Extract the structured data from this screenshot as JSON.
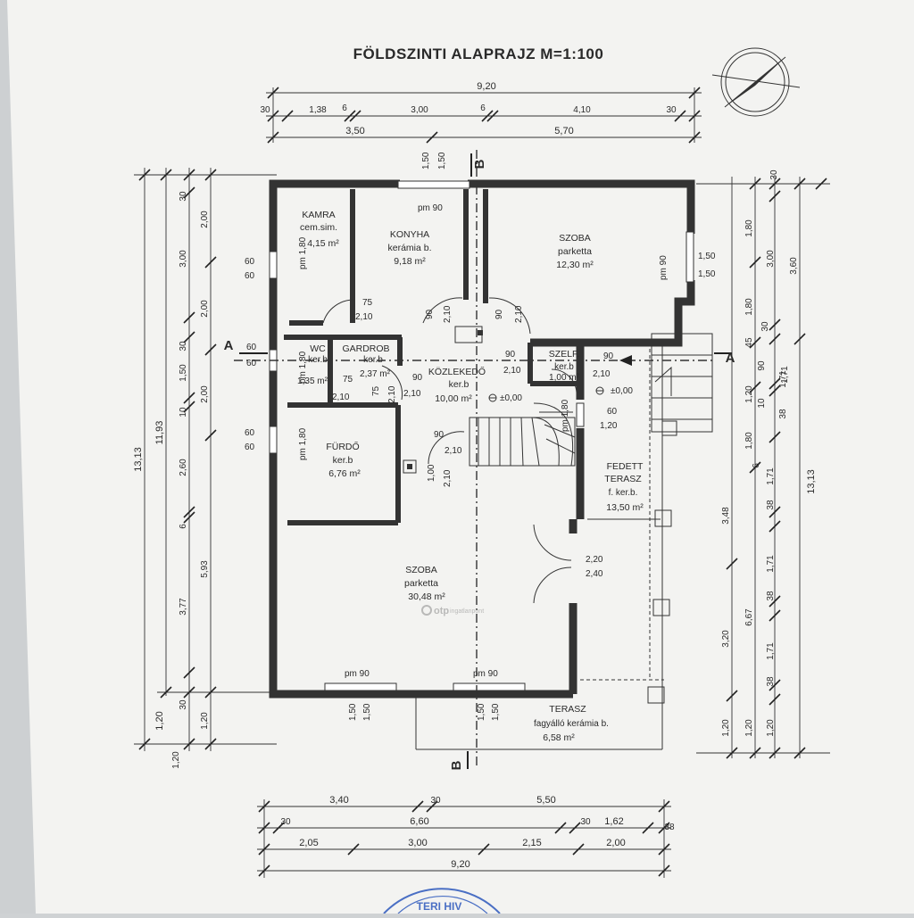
{
  "title": "FÖLDSZINTI ALAPRAJZ M=1:100",
  "section_labels": {
    "a_left": "A",
    "a_right": "A",
    "b_top": "B",
    "b_bottom": "B"
  },
  "rooms": {
    "kamra": {
      "name": "KAMRA",
      "floor": "cem.sim.",
      "area": "4,15 m²"
    },
    "konyha": {
      "name": "KONYHA",
      "floor": "kerámia b.",
      "area": "9,18 m²"
    },
    "szoba1": {
      "name": "SZOBA",
      "floor": "parketta",
      "area": "12,30 m²"
    },
    "wc": {
      "name": "WC",
      "floor": "ker.b",
      "area": "1,35 m²"
    },
    "gardrob": {
      "name": "GARDROB",
      "floor": "ker.b",
      "area": "2,37 m²"
    },
    "kozlekedo": {
      "name": "KÖZLEKEDŐ",
      "floor": "ker.b",
      "area": "10,00 m²"
    },
    "szelf": {
      "name": "SZELF.",
      "floor": "ker.b",
      "area": "1,00 m²"
    },
    "furdo": {
      "name": "FÜRDŐ",
      "floor": "ker.b",
      "area": "6,76 m²"
    },
    "terasz_fedett": {
      "name1": "FEDETT",
      "name2": "TERASZ",
      "floor": "f. ker.b.",
      "area": "13,50 m²"
    },
    "szoba2": {
      "name": "SZOBA",
      "floor": "parketta",
      "area": "30,48 m²"
    },
    "terasz": {
      "name": "TERASZ",
      "floor": "fagyálló kerámia b.",
      "area": "6,58 m²"
    }
  },
  "levels": {
    "l1": "±0,00",
    "l2": "±0,00"
  },
  "watermark": "otp",
  "watermark_sub": "ingatlanpont",
  "stamp_text": "TERI HIV",
  "labels": {
    "pm90": "pm 90",
    "pm180": "pm 1,80",
    "d75": "75",
    "d90": "90",
    "d210": "2,10",
    "d60": "60",
    "d120": "1,20",
    "d150": "1,50",
    "d100": "1,00",
    "d220": "2,20",
    "d240": "2,40"
  },
  "dims_top": {
    "row1": [
      "9,20"
    ],
    "row2": [
      "30",
      "1,38",
      "6",
      "3,00",
      "6",
      "4,10",
      "30"
    ],
    "row3": [
      "3,50",
      "5,70"
    ]
  },
  "dims_bottom": {
    "row1": [
      "3,40",
      "30",
      "5,50"
    ],
    "row2": [
      "30",
      "6,60",
      "30",
      "1,62",
      "38"
    ],
    "row3": [
      "2,05",
      "3,00",
      "2,15",
      "2,00"
    ],
    "row4": [
      "9,20"
    ]
  },
  "dims_left": {
    "outer": [
      "13,13"
    ],
    "mid": [
      "11,93"
    ],
    "c1": [
      "1,20"
    ],
    "c2": [
      "30",
      "1,50",
      "10",
      "2,60",
      "6",
      "3,77",
      "30"
    ],
    "c3": [
      "2,00",
      "3,00",
      "2,00",
      "30",
      "2,00",
      "5,93",
      "1,20"
    ]
  },
  "dims_right": {
    "outer": [
      "13,13"
    ],
    "c1": [
      "1,80",
      "1,80",
      "45",
      "1,20",
      "1,80",
      "3,48",
      "6,67",
      "3,20",
      "1,20"
    ],
    "c2": [
      "30",
      "90",
      "10",
      "6",
      "1,20"
    ],
    "c3": [
      "3,00",
      "30",
      "1,71",
      "38",
      "1,71",
      "38",
      "1,71",
      "38",
      "1,71",
      "38",
      "1,20"
    ],
    "c4": [
      "3,60",
      "1,71"
    ]
  }
}
